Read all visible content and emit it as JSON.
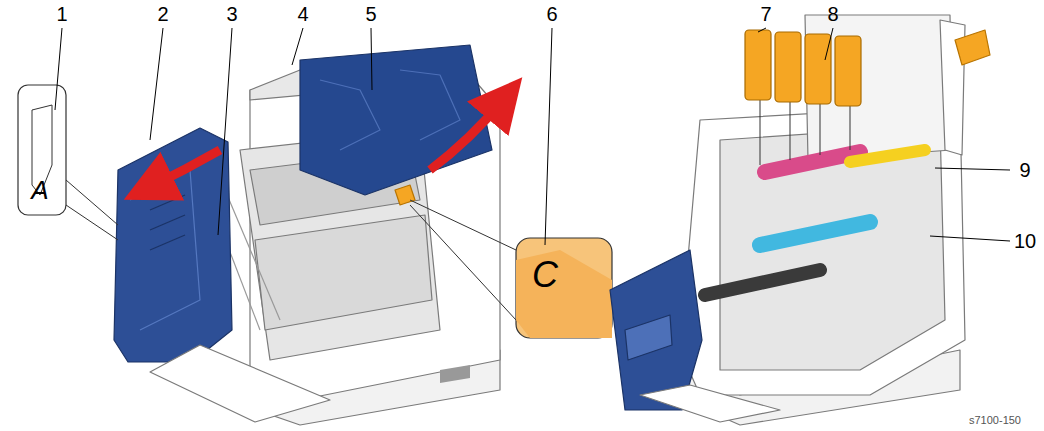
{
  "diagram": {
    "labels": [
      "1",
      "2",
      "3",
      "4",
      "5",
      "6",
      "7",
      "8",
      "9",
      "10",
      "A",
      "C",
      "s7100-150"
    ]
  }
}
